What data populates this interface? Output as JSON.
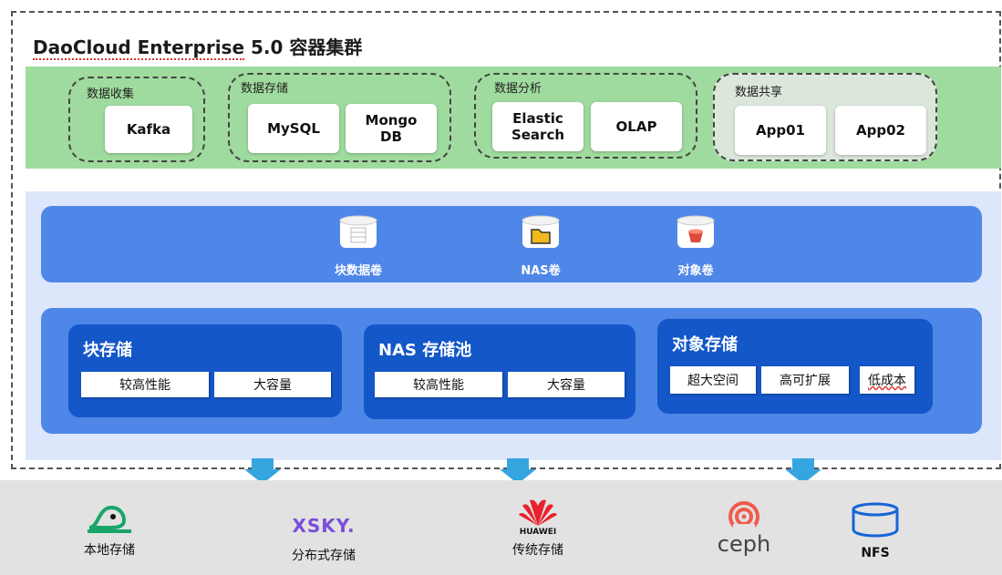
{
  "title": {
    "brand": "DaoCloud Enterprise",
    "rest": "5.0 容器集群"
  },
  "groups": [
    {
      "label": "数据收集",
      "cards": [
        "Kafka"
      ]
    },
    {
      "label": "数据存储",
      "cards": [
        "MySQL",
        "Mongo\nDB"
      ]
    },
    {
      "label": "数据分析",
      "cards": [
        "Elastic\nSearch",
        "OLAP"
      ]
    },
    {
      "label": "数据共享",
      "cards": [
        "App01",
        "App02"
      ]
    }
  ],
  "volumes": [
    {
      "label": "块数据卷",
      "icon": "block-volume-icon"
    },
    {
      "label": "NAS卷",
      "icon": "nas-volume-icon"
    },
    {
      "label": "对象卷",
      "icon": "object-volume-icon"
    }
  ],
  "pools": [
    {
      "title": "块存储",
      "tags": [
        "较高性能",
        "大容量"
      ]
    },
    {
      "title": "NAS 存储池",
      "tags": [
        "较高性能",
        "大容量"
      ]
    },
    {
      "title": "对象存储",
      "tags": [
        "超大空间",
        "高可扩展",
        "低成本"
      ]
    }
  ],
  "backends": [
    {
      "label": "本地存储",
      "icon": "local-storage-icon"
    },
    {
      "label": "分布式存储",
      "logo": "XSKY.",
      "icon": "xsky-logo"
    },
    {
      "label": "传统存储",
      "logo": "HUAWEI",
      "icon": "huawei-logo"
    },
    {
      "label": "",
      "logo": "ceph",
      "icon": "ceph-logo"
    },
    {
      "label": "NFS",
      "icon": "nfs-icon"
    }
  ],
  "colors": {
    "green": "#9fdb9e",
    "blue": "#4f87e8",
    "dark_blue": "#1457c8",
    "arrow": "#35a5e0"
  }
}
